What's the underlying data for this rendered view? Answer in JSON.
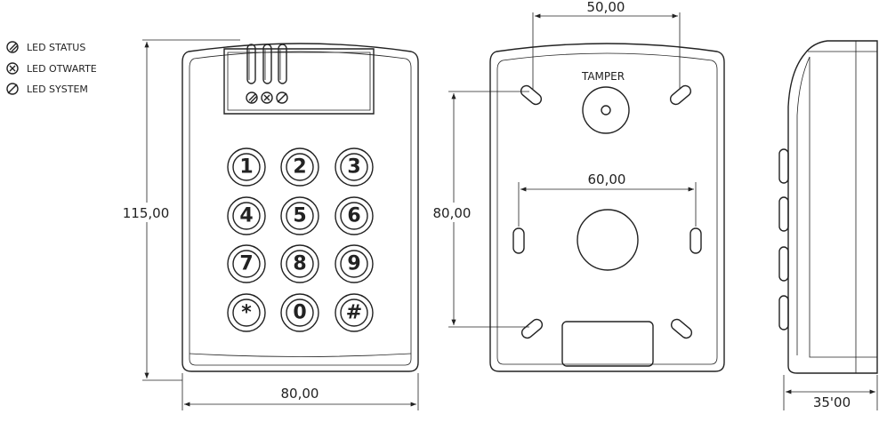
{
  "legend": {
    "items": [
      {
        "label": "LED STATUS",
        "icon": "led-status-icon"
      },
      {
        "label": "LED OTWARTE",
        "icon": "led-otwarte-icon"
      },
      {
        "label": "LED SYSTEM",
        "icon": "led-system-icon"
      }
    ]
  },
  "front_view": {
    "height_label": "115,00",
    "width_label": "80,00",
    "keys": [
      "1",
      "2",
      "3",
      "4",
      "5",
      "6",
      "7",
      "8",
      "9",
      "*",
      "0",
      "#"
    ]
  },
  "back_view": {
    "tamper_label": "TAMPER",
    "top_spacing_label": "50,00",
    "middle_spacing_label": "60,00",
    "vertical_spacing_label": "80,00"
  },
  "side_view": {
    "depth_label": "35'00"
  }
}
